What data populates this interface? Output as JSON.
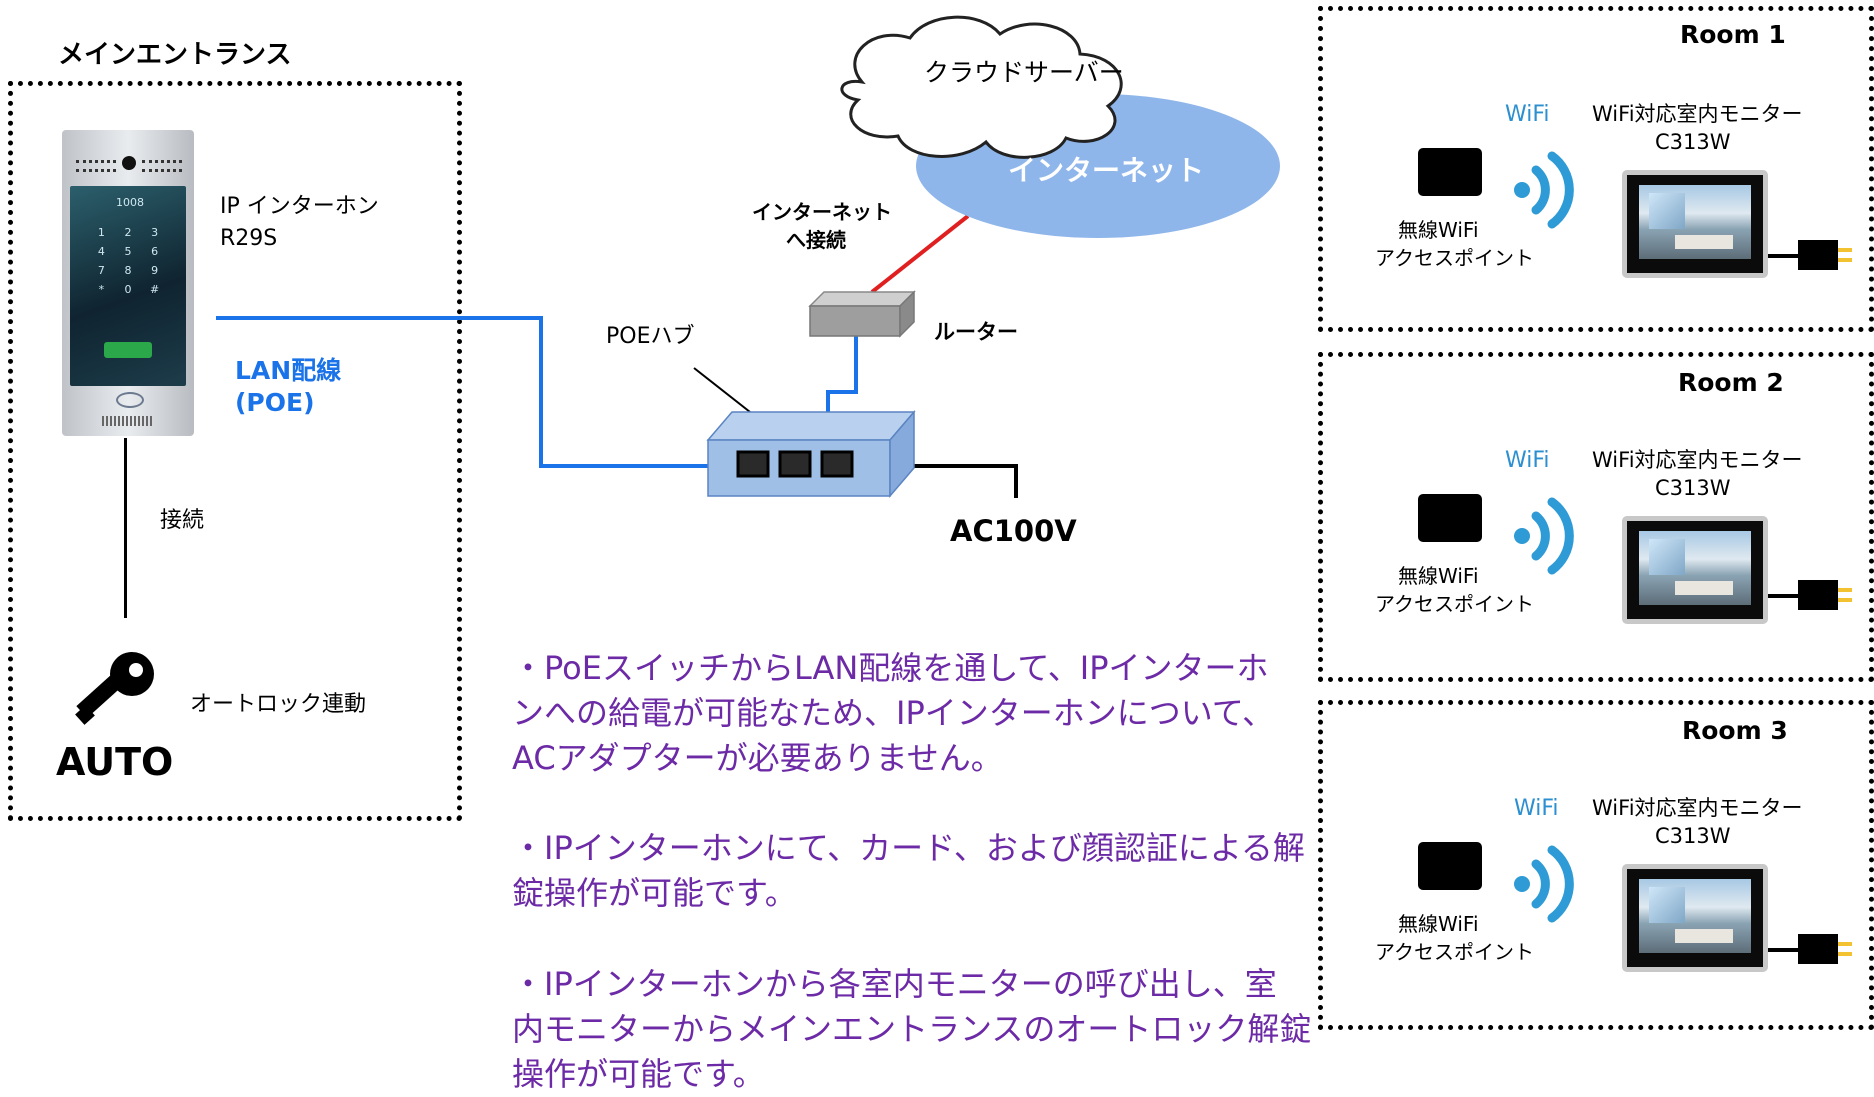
{
  "entrance": {
    "title": "メインエントランス",
    "intercom_label_1": "IP インターホン",
    "intercom_label_2": "R29S",
    "intercom_display": {
      "number": "1008",
      "keys": [
        "1",
        "2",
        "3",
        "4",
        "5",
        "6",
        "7",
        "8",
        "9",
        "*",
        "0",
        "#"
      ]
    },
    "lan_label_1": "LAN配線",
    "lan_label_2": "(POE)",
    "connect_label": "接続",
    "autolock_label": "オートロック連動",
    "auto_text": "AUTO"
  },
  "network": {
    "cloud_label": "クラウドサーバー",
    "internet_label": "インターネット",
    "internet_connect_1": "インターネット",
    "internet_connect_2": "へ接続",
    "router_label": "ルーター",
    "poe_hub_label": "POEハブ",
    "power_label": "AC100V"
  },
  "notes": [
    [
      "・PoEスイッチからLAN配線を通して、IPインターホ",
      "ンへの給電が可能なため、IPインターホンについて、",
      "ACアダプターが必要ありません。"
    ],
    [
      "・IPインターホンにて、カード、および顔認証による解",
      "錠操作が可能です。"
    ],
    [
      "・IPインターホンから各室内モニターの呼び出し、室",
      "内モニターからメインエントランスのオートロック解錠",
      "操作が可能です。"
    ]
  ],
  "rooms": [
    {
      "title": "Room 1",
      "wifi": "WiFi",
      "monitor_1": "WiFi対応室内モニター",
      "monitor_2": "C313W",
      "ap_1": "無線WiFi",
      "ap_2": "アクセスポイント"
    },
    {
      "title": "Room 2",
      "wifi": "WiFi",
      "monitor_1": "WiFi対応室内モニター",
      "monitor_2": "C313W",
      "ap_1": "無線WiFi",
      "ap_2": "アクセスポイント"
    },
    {
      "title": "Room 3",
      "wifi": "WiFi",
      "monitor_1": "WiFi対応室内モニター",
      "monitor_2": "C313W",
      "ap_1": "無線WiFi",
      "ap_2": "アクセスポイント"
    }
  ],
  "colors": {
    "lan_line": "#1a73e8",
    "internet_line": "#e02020",
    "note_text": "#6c2aa6",
    "cloud_ellipse": "#8fb6ea",
    "wifi_signal": "#2e9bd6"
  }
}
